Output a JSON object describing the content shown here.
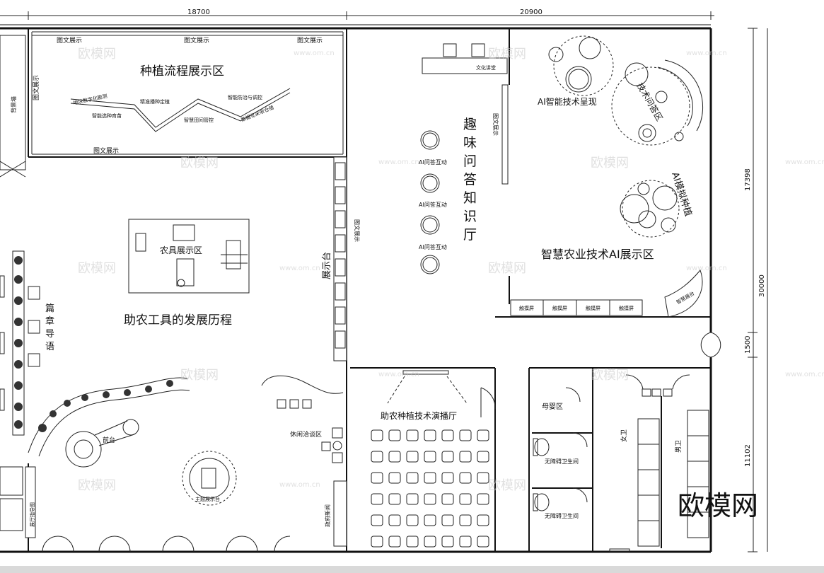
{
  "dimensions": {
    "top_left": "18700",
    "top_right": "20900",
    "right_upper": "17398",
    "right_total": "30000",
    "right_middle": "1500",
    "right_lower": "11102"
  },
  "zones": {
    "planting": "种植流程展示区",
    "tools_history": "助农工具的发展历程",
    "tools_display": "农具展示区",
    "quiz_hall": "趣味问答知识厅",
    "ai_zone": "智慧农业技术AI展示区",
    "ai_tech": "AI智能技术呈现",
    "tech_qa": "技术问答区",
    "ai_sim": "AI模拟种植",
    "theater": "助农种植技术演播厅",
    "lounge": "休闲洽谈区",
    "exhibit_stand": "展示台",
    "chapter_intro": "篇章导语",
    "reception": "前台",
    "theme_stand": "主题展示台",
    "mother_baby": "母婴区",
    "accessible_wc": "无障碍卫生间",
    "female_wc": "女卫",
    "male_wc": "男卫",
    "back_wall": "背景墙",
    "hall_map": "展厅指导图",
    "culture_lecture": "文化讲堂",
    "gov_news": "政府新闻"
  },
  "labels": {
    "graphic_display": "图文展示",
    "ai_qa": "AI问答互动",
    "touch_screen": "触摸屏",
    "smart_stand": "智慧展台"
  },
  "flow_steps": [
    "地块数字化勘测",
    "智能选种育苗",
    "精准播种定植",
    "智慧田间管控",
    "智能防治与调控",
    "数据化采收仓储"
  ],
  "watermark": {
    "brand": "欧模网",
    "url": "www.om.cn"
  }
}
